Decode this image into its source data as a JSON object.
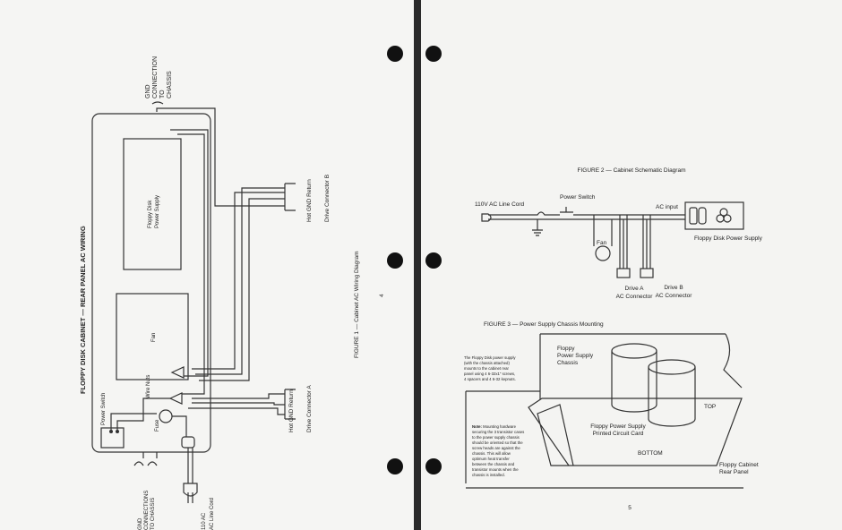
{
  "left_page": {
    "title": "FLOPPY DISK CABINET — REAR PANEL AC WIRING",
    "labels": {
      "power_supply": [
        "Floppy Disk",
        "Power Supply"
      ],
      "fan": "Fan",
      "wire_nuts": "Wire Nuts",
      "power_switch": "Power Switch",
      "fuse": "Fuse",
      "gnd_connections": [
        "GND",
        "CONNECTIONS",
        "TO CHASSIS"
      ],
      "ac_110": "110  AC",
      "ac_line_cord": "AC Line Cord",
      "gnd_connection_top": [
        "GND",
        "CONNECTION",
        "TO",
        "CHASSIS"
      ],
      "hot_gnd_return_b": "Hot GND Return",
      "drive_connector_b": "Drive Connector B",
      "hot_gnd_return_a": "Hot GND Return",
      "drive_connector_a": "Drive Connector A"
    },
    "caption": "FIGURE 1 — Cabinet AC Wiring Diagram",
    "page_number": "4"
  },
  "right_page": {
    "figure2": {
      "caption": "FIGURE 2 — Cabinet Schematic Diagram",
      "line_cord": "110V AC Line Cord",
      "power_switch": "Power Switch",
      "ac_input": "AC input",
      "fan": "Fan",
      "drive_a": [
        "Drive A",
        "AC Connector"
      ],
      "drive_b": [
        "Drive B",
        "AC Connector"
      ],
      "power_supply": "Floppy Disk Power Supply"
    },
    "figure3": {
      "caption": "FIGURE 3 — Power Supply Chassis Mounting",
      "chassis_label": [
        "Floppy",
        "Power Supply",
        "Chassis"
      ],
      "mount_note": [
        "The Floppy Disk power supply",
        "(with the chassis attached)",
        "mounts to the cabinet rear",
        "panel using 4 6-32x1\" screws,",
        "4 spacers and 4 6-32 kepnuts."
      ],
      "note_bold": "Note:",
      "note_lines": [
        " Mounting hardware",
        "securing the 3 transistor cases",
        "to the power supply chassis",
        "should be oriented so that the",
        "screw heads are against the",
        "chassis. This will allow",
        "optimum heat transfer",
        "between the chassis and",
        "transistor mounts when the",
        "chassis is installed."
      ],
      "pcb_label": [
        "Floppy Power Supply",
        "Printed Circuit Card"
      ],
      "top": "TOP",
      "bottom": "BOTTOM",
      "rear_panel": [
        "Floppy Cabinet",
        "Rear Panel"
      ]
    },
    "page_number": "5"
  }
}
